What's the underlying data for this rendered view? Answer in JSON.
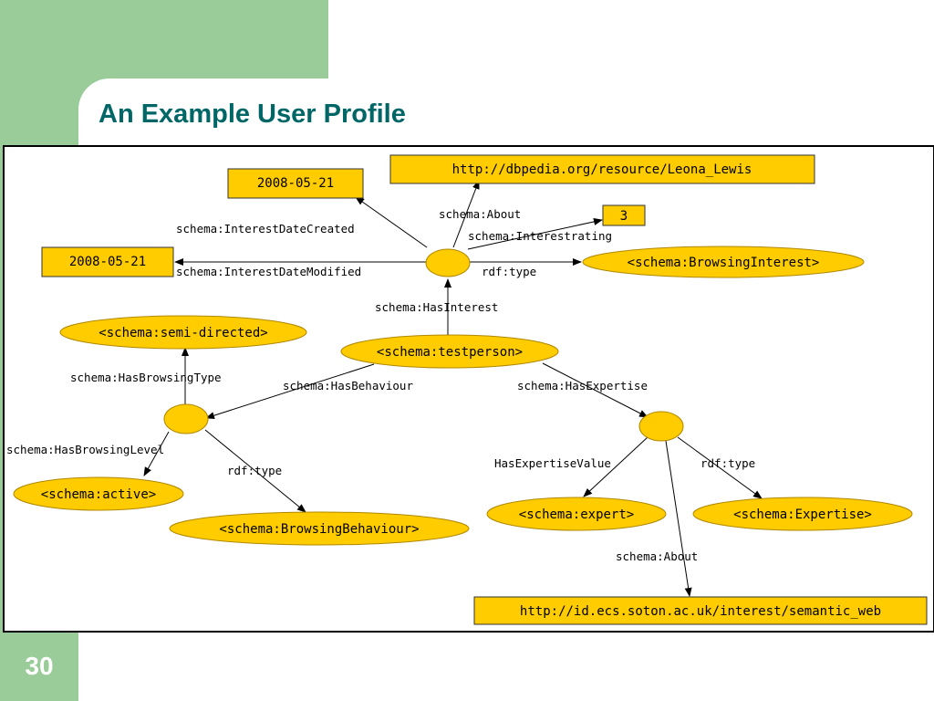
{
  "slide": {
    "title": "An Example User Profile",
    "page_number": "30"
  },
  "colors": {
    "accent_green": "#99cc99",
    "title_teal": "#006666",
    "node_fill": "#ffcc00"
  },
  "diagram": {
    "boxes": {
      "date_created": "2008-05-21",
      "date_modified": "2008-05-21",
      "dbpedia_uri": "http://dbpedia.org/resource/Leona_Lewis",
      "rating_value": "3",
      "interest_uri": "http://id.ecs.soton.ac.uk/interest/semantic_web"
    },
    "ellipses": {
      "browsing_interest": "<schema:BrowsingInterest>",
      "semi_directed": "<schema:semi-directed>",
      "testperson": "<schema:testperson>",
      "active": "<schema:active>",
      "browsing_behaviour": "<schema:BrowsingBehaviour>",
      "expert": "<schema:expert>",
      "expertise": "<schema:Expertise>"
    },
    "edge_labels": {
      "interest_date_created": "schema:InterestDateCreated",
      "about_top": "schema:About",
      "interestrating": "schema:Interestrating",
      "interest_date_modified": "schema:InterestDateModified",
      "rdf_type_interest": "rdf:type",
      "has_interest": "schema:HasInterest",
      "has_browsing_type": "schema:HasBrowsingType",
      "has_behaviour": "schema:HasBehaviour",
      "has_expertise": "schema:HasExpertise",
      "has_browsing_level": "schema:HasBrowsingLevel",
      "rdf_type_behaviour": "rdf:type",
      "has_expertise_value": "HasExpertiseValue",
      "rdf_type_expertise": "rdf:type",
      "about_bottom": "schema:About"
    }
  }
}
